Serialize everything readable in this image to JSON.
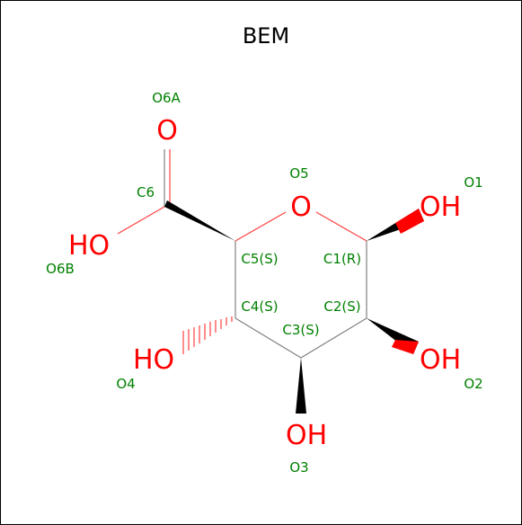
{
  "title": "BEM",
  "colors": {
    "bond": "#808080",
    "oxygen": "#ff0000",
    "label": "#008000",
    "wedge": "#000000"
  },
  "atoms": {
    "O6A_symbol": "O",
    "O1_symbol": "OH",
    "O6B_symbol": "HO",
    "O4_symbol": "HO",
    "O2_symbol": "OH",
    "O3_symbol": "OH",
    "O5_symbol": "O"
  },
  "labels": {
    "O6A": "O6A",
    "O5": "O5",
    "O1": "O1",
    "C6": "C6",
    "O6B": "O6B",
    "C5": "C5(S)",
    "C1": "C1(R)",
    "C4": "C4(S)",
    "C2": "C2(S)",
    "C3": "C3(S)",
    "O4": "O4",
    "O2": "O2",
    "O3": "O3"
  }
}
